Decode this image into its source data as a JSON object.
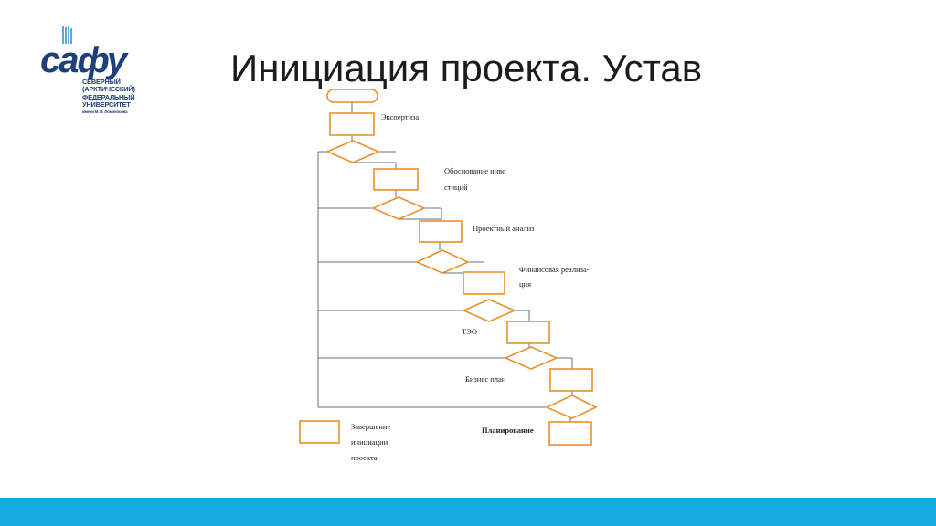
{
  "logo": {
    "wordmark": "сафу",
    "lines": [
      "СЕВЕРНЫЙ",
      "(АРКТИЧЕСКИЙ)",
      "ФЕДЕРАЛЬНЫЙ",
      "УНИВЕРСИТЕТ"
    ],
    "subline": "имени М. В. Ломоносова"
  },
  "title": "Инициация проекта. Устав",
  "flowchart": {
    "labels": {
      "expertise": "Экспертиза",
      "justification_1": "Обоснование инве",
      "justification_2": "стиций",
      "project_analysis": "Проектный анализ",
      "finance_1": "Финансовая реализа-",
      "finance_2": "ция",
      "teo": "ТЭО",
      "business_plan": "Бизнес план",
      "planning": "Планирование",
      "completion_1": "Завершение",
      "completion_2": "инициации",
      "completion_3": "проекта"
    },
    "colors": {
      "shape_stroke": "#e8902a",
      "line": "#5d6f85"
    }
  },
  "colors": {
    "bottom_bar": "#17a9e1",
    "logo": "#1f3f78"
  }
}
